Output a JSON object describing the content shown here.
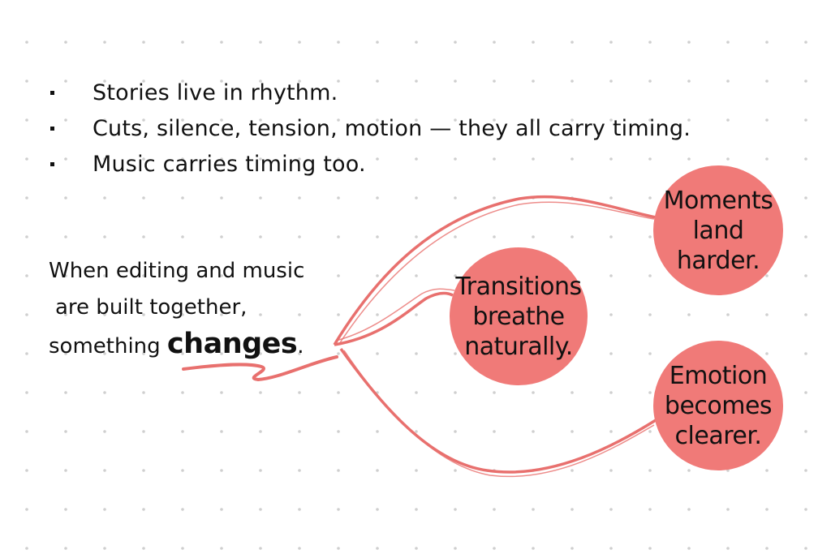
{
  "bullets": [
    "Stories live in rhythm.",
    "Cuts, silence, tension, motion — they all carry timing.",
    "Music carries timing too."
  ],
  "lead": {
    "line1": "When editing and music",
    "line2": "are built together,",
    "line3_prefix": "something ",
    "emphasis": "changes",
    "suffix": "."
  },
  "nodes": [
    "Transitions\nbreathe\nnaturally.",
    "Moments\nland\nharder.",
    "Emotion\nbecomes\nclearer."
  ],
  "colors": {
    "node": "#f07a78",
    "stroke": "#e8706e",
    "text": "#111111",
    "dot": "#cfcfcf"
  }
}
